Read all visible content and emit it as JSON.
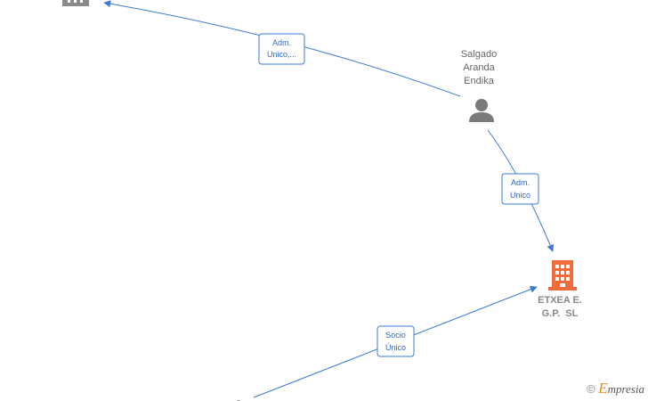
{
  "nodes": {
    "person": {
      "lines": [
        "Salgado",
        "Aranda",
        "Endika"
      ],
      "icon": "person-icon"
    },
    "company": {
      "lines": [
        "ETXEA E.",
        "G.P.  SL"
      ],
      "icon": "building-icon",
      "color": "#f26b3a"
    },
    "top_company": {
      "icon": "building-icon",
      "color": "#8a8a8a"
    }
  },
  "edges": [
    {
      "lines": [
        "Adm.",
        "Unico,..."
      ]
    },
    {
      "lines": [
        "Adm.",
        "Unico"
      ]
    },
    {
      "lines": [
        "Socio",
        "Único"
      ]
    }
  ],
  "watermark": {
    "copyright": "©",
    "brand_initial": "E",
    "brand_rest": "mpresia"
  },
  "colors": {
    "edge": "#3a7ad5",
    "person_icon": "#7a7a7a"
  }
}
